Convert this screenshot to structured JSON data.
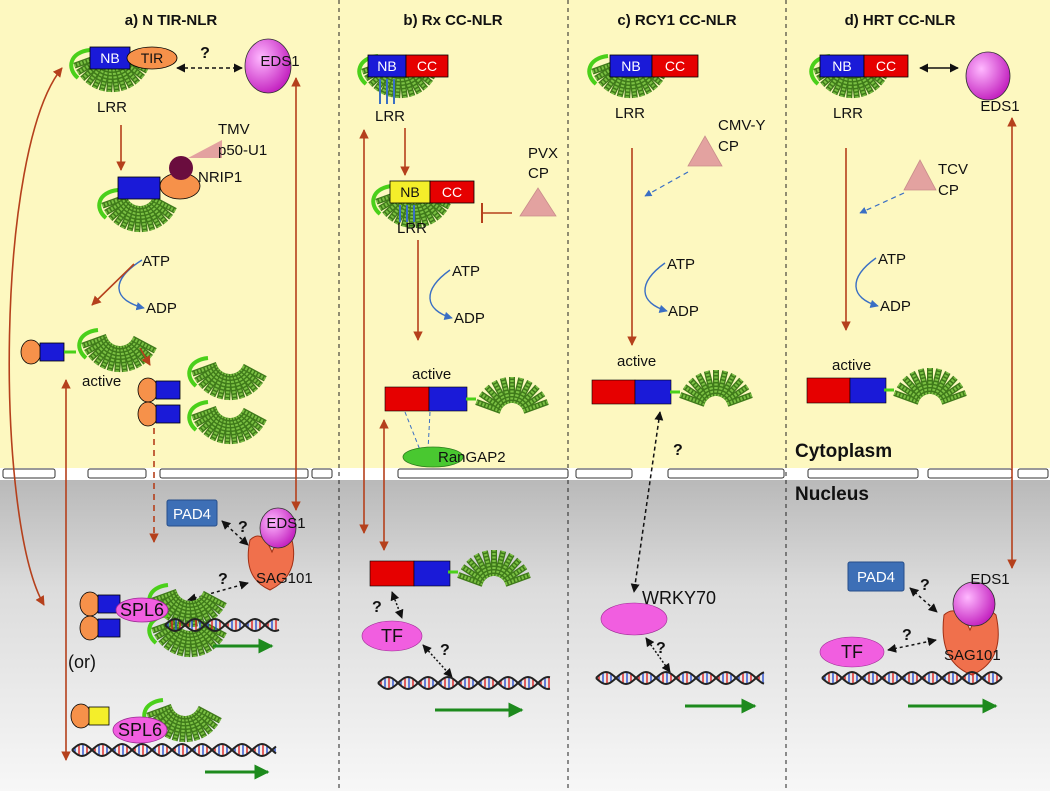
{
  "panels": [
    {
      "title": "a) N TIR-NLR"
    },
    {
      "title": "b) Rx CC-NLR"
    },
    {
      "title": "c) RCY1 CC-NLR"
    },
    {
      "title": "d) HRT CC-NLR"
    }
  ],
  "regions": {
    "cytoplasm": "Cytoplasm",
    "nucleus": "Nucleus"
  },
  "domains": {
    "nb": "NB",
    "tir": "TIR",
    "cc": "CC",
    "lrr": "LRR"
  },
  "molecules": {
    "eds1": "EDS1",
    "pad4": "PAD4",
    "sag101": "SAG101",
    "spl6": "SPL6",
    "tf": "TF",
    "nrip1": "NRIP1",
    "rangap2": "RanGAP2",
    "wrky70": "WRKY70"
  },
  "effectors": {
    "tmv": [
      "TMV",
      "p50-U1"
    ],
    "pvx": [
      "PVX",
      "CP"
    ],
    "cmv": [
      "CMV-Y",
      "CP"
    ],
    "tcv": [
      "TCV",
      "CP"
    ]
  },
  "labels": {
    "atp": "ATP",
    "adp": "ADP",
    "active": "active",
    "unknown": "?",
    "or": "(or)"
  },
  "colors": {
    "cytoplasm_bg": "#fdf8c0",
    "nucleus_bg": "#d8d8d8",
    "nb_blue": "#1a1ad8",
    "cc_red": "#e60000",
    "tir_orange": "#f6914a",
    "lrr_green": "#5a8c2a",
    "eds1_magenta": "#e44fe0",
    "spl6_pink": "#f15ee0",
    "sag101_orange": "#f0704c",
    "pad4_blue": "#3d6fb6",
    "rangap2_green": "#49c830",
    "arrow_brown": "#b5401c",
    "output_green": "#1d8a1d",
    "effector_pink": "#e3a2a0"
  }
}
